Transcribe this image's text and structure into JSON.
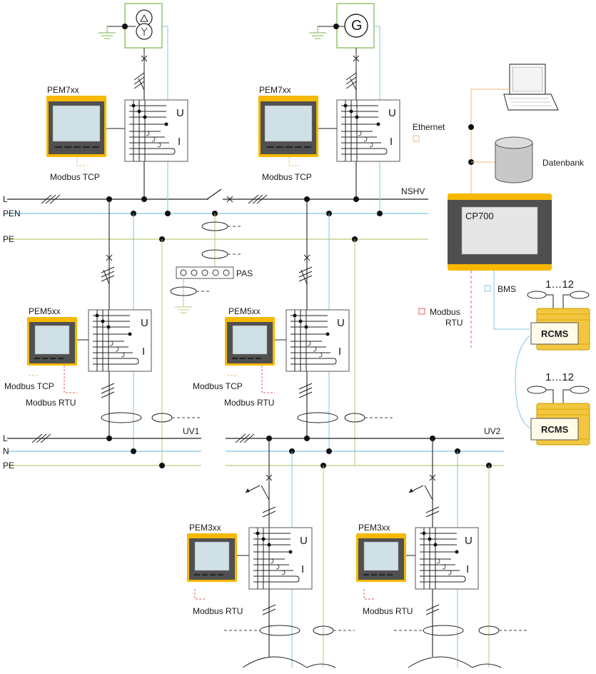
{
  "bus_labels": {
    "l": "L",
    "pen": "PEN",
    "pe": "PE",
    "l2": "L",
    "n": "N",
    "pe2": "PE"
  },
  "busbars": {
    "nshv": "NSHV",
    "uv1": "UV1",
    "uv2": "UV2"
  },
  "devices": {
    "pem7_left": "PEM7xx",
    "pem7_right": "PEM7xx",
    "pem5_left": "PEM5xx",
    "pem5_right": "PEM5xx",
    "pem3_left": "PEM3xx",
    "pem3_right": "PEM3xx",
    "generator": "G",
    "cp700": "CP700",
    "rcms_1": "RCMS",
    "rcms_2": "RCMS",
    "rcms_count_1": "1…12",
    "rcms_count_2": "1…12",
    "meter_u": "U",
    "meter_i": "I"
  },
  "protocols": {
    "modbus_tcp_1": "Modbus TCP",
    "modbus_tcp_2": "Modbus TCP",
    "modbus_tcp_3": "Modbus TCP",
    "modbus_tcp_4": "Modbus TCP",
    "modbus_rtu_1": "Modbus RTU",
    "modbus_rtu_2": "Modbus RTU",
    "modbus_rtu_3": "Modbus RTU",
    "modbus_rtu_4": "Modbus RTU",
    "modbus_rtu_cp": "Modbus",
    "modbus_rtu_cp2": "RTU",
    "ethernet": "Ethernet",
    "bms": "BMS",
    "datenbank": "Datenbank",
    "pas": "PAS"
  },
  "colors": {
    "line": "#222222",
    "pen_blue": "#7fc4e4",
    "pe_green": "#b9c97a",
    "ethernet_orange": "#f2b77a",
    "rtu_red": "#e06060",
    "device_yellow": "#f6b800",
    "transformer_green": "#7ab648"
  }
}
